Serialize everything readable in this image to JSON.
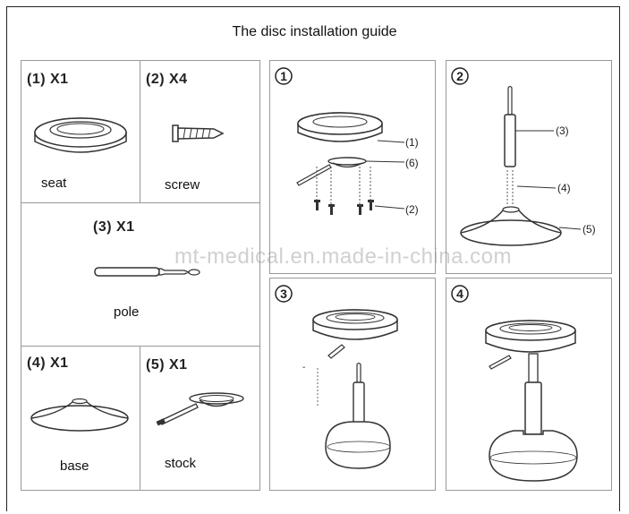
{
  "title": "The disc installation guide",
  "parts": [
    {
      "qty": "(1) X1",
      "name": "seat"
    },
    {
      "qty": "(2) X4",
      "name": "screw"
    },
    {
      "qty": "(3) X1",
      "name": "pole"
    },
    {
      "qty": "(4) X1",
      "name": "base"
    },
    {
      "qty": "(5) X1",
      "name": "stock"
    }
  ],
  "steps": [
    {
      "number": "1",
      "callouts": [
        "(1)",
        "(6)",
        "(2)"
      ]
    },
    {
      "number": "2",
      "callouts": [
        "(3)",
        "(4)",
        "(5)"
      ]
    },
    {
      "number": "3"
    },
    {
      "number": "4"
    }
  ],
  "watermark": "mt-medical.en.made-in-china.com",
  "icons": [
    "seat-icon",
    "screw-icon",
    "pole-icon",
    "base-icon",
    "stock-icon"
  ],
  "colors": {
    "line": "#333333",
    "border": "#999999",
    "watermark": "#969696"
  }
}
